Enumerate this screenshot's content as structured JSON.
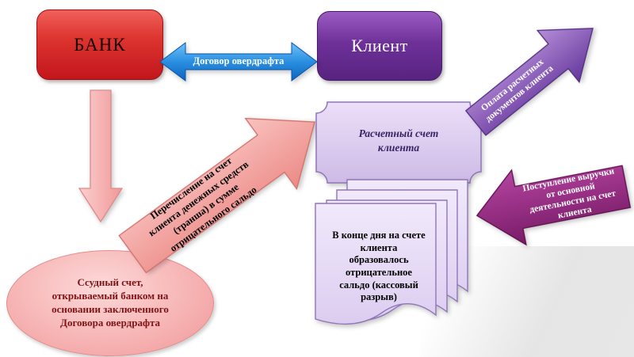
{
  "diagram": {
    "bank": {
      "label": "БАНК"
    },
    "client": {
      "label": "Клиент"
    },
    "agreement_arrow": {
      "label": "Договор овердрафта"
    },
    "transfer_arrow": {
      "label": "Перечисление на счет клиента денежных средств (транша) в сумме отрицательного сальдо"
    },
    "payment_arrow": {
      "label": "Оплата расчетных документов клиента"
    },
    "revenue_arrow": {
      "label": "Поступление выручки от основной деятельности  на счет клиента"
    },
    "loan_account": {
      "label": "Ссудный счет, открываемый банком на основании заключенного Договора овердрафта"
    },
    "settlement_account": {
      "label": "Расчетный счет клиента"
    },
    "cash_gap_note": {
      "label": "В конце дня на счете клиента образовалось отрицательное сальдо (кассовый разрыв)"
    }
  },
  "colors": {
    "bank_red": "#cc2127",
    "client_purple": "#6a3094",
    "agreement_blue": "#1f7fd6",
    "pink_arrow": "#f6b0ad",
    "lavender_shape": "#e2d4f2",
    "purple_arrow": "#8a5cb8",
    "magenta_arrow": "#93278f",
    "loan_ellipse_pink": "#f6b0b0"
  }
}
